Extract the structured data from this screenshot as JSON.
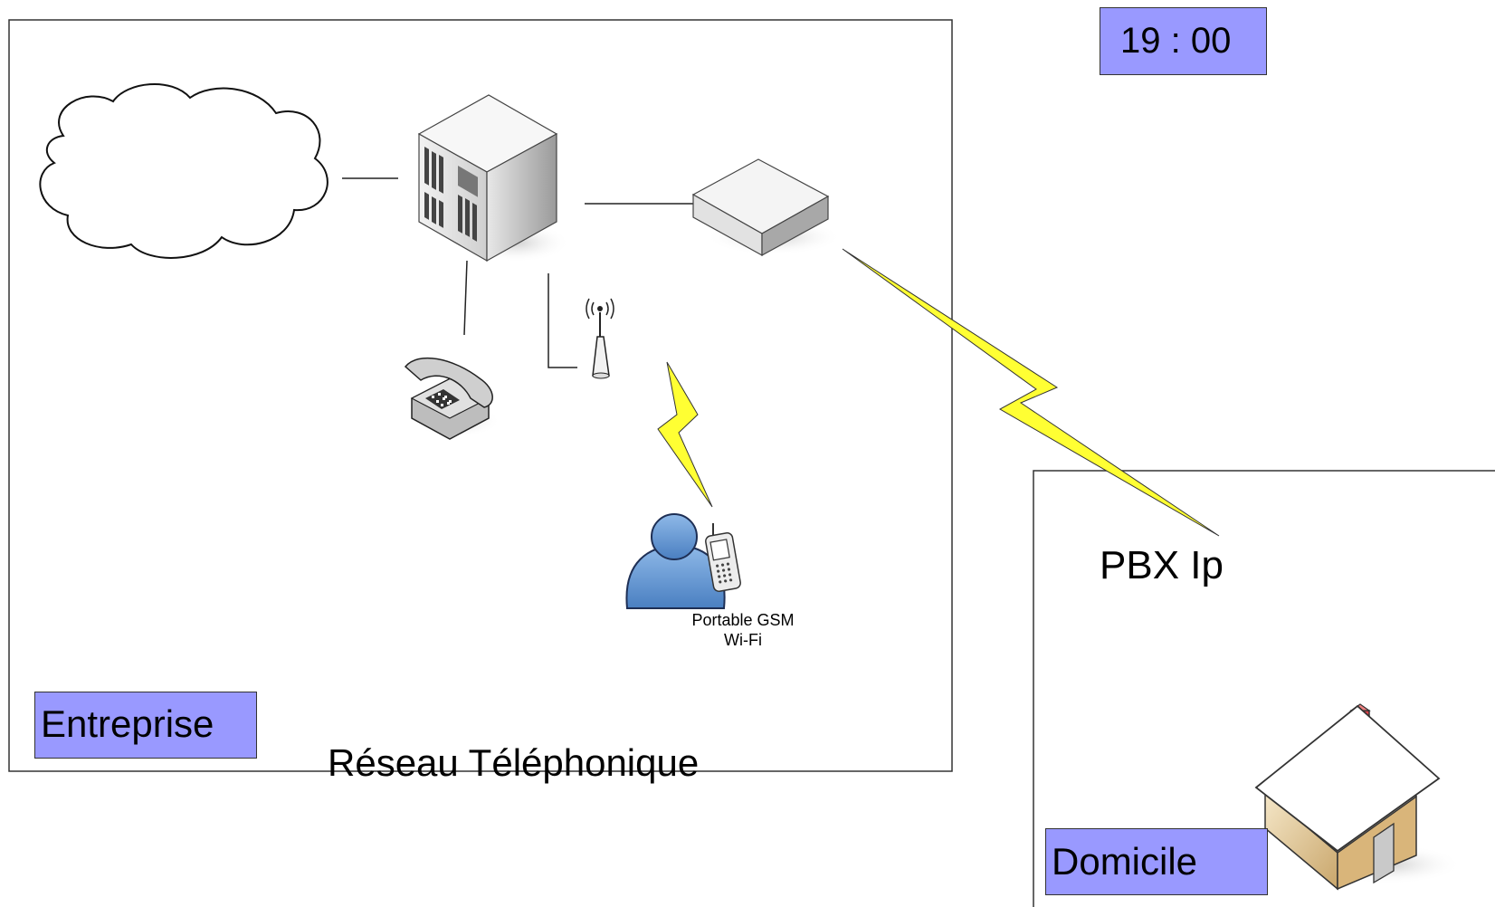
{
  "clock": "19 : 00",
  "zones": {
    "enterprise_label": "Entreprise",
    "home_label": "Domicile"
  },
  "network_label": "Réseau Téléphonique",
  "pbx_label": "PBX Ip",
  "mobile_label_line1": "Portable GSM",
  "mobile_label_line2": "Wi-Fi",
  "colors": {
    "zone_tag_fill": "#9999ff",
    "lightning": "#ffff33",
    "roof": "#ffffff",
    "chimney": "#e0424b"
  },
  "icons": [
    "cloud-icon",
    "pbx-server-icon",
    "router-icon",
    "desk-phone-icon",
    "wifi-antenna-icon",
    "lightning-icon",
    "user-icon",
    "mobile-phone-icon",
    "house-icon"
  ]
}
